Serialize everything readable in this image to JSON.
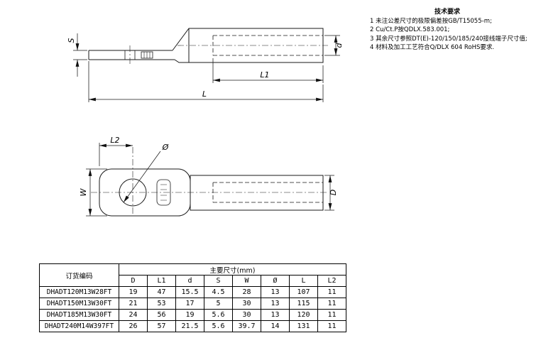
{
  "tech_requirements": {
    "title": "技术要求",
    "items": [
      "1  未注公差尺寸的极限偏差按GB/T15055-m;",
      "2  Cu/Ct.P按QDLX.583.001;",
      "3  其余尺寸参照DT(E)-120/150/185/240接线端子尺寸值;",
      "4  材料及加工工艺符合Q/DLX 604 RoHS要求."
    ]
  },
  "side_view": {
    "dim_s": "S",
    "dim_d": "d",
    "dim_l1": "L1",
    "dim_l": "L"
  },
  "top_view": {
    "dim_l2": "L2",
    "dim_dia": "Ø",
    "dim_w": "W",
    "dim_d": "D"
  },
  "table": {
    "order_code_header": "订货编码",
    "dims_header": "主要尺寸(mm)",
    "columns": [
      "D",
      "L1",
      "d",
      "S",
      "W",
      "Ø",
      "L",
      "L2"
    ],
    "rows": [
      {
        "code": "DHADT120M13W28FT",
        "values": [
          "19",
          "47",
          "15.5",
          "4.5",
          "28",
          "13",
          "107",
          "11"
        ]
      },
      {
        "code": "DHADT150M13W30FT",
        "values": [
          "21",
          "53",
          "17",
          "5",
          "30",
          "13",
          "115",
          "11"
        ]
      },
      {
        "code": "DHADT185M13W30FT",
        "values": [
          "24",
          "56",
          "19",
          "5.6",
          "30",
          "13",
          "120",
          "11"
        ]
      },
      {
        "code": "DHADT240M14W397FT",
        "values": [
          "26",
          "57",
          "21.5",
          "5.6",
          "39.7",
          "14",
          "131",
          "11"
        ]
      }
    ]
  }
}
